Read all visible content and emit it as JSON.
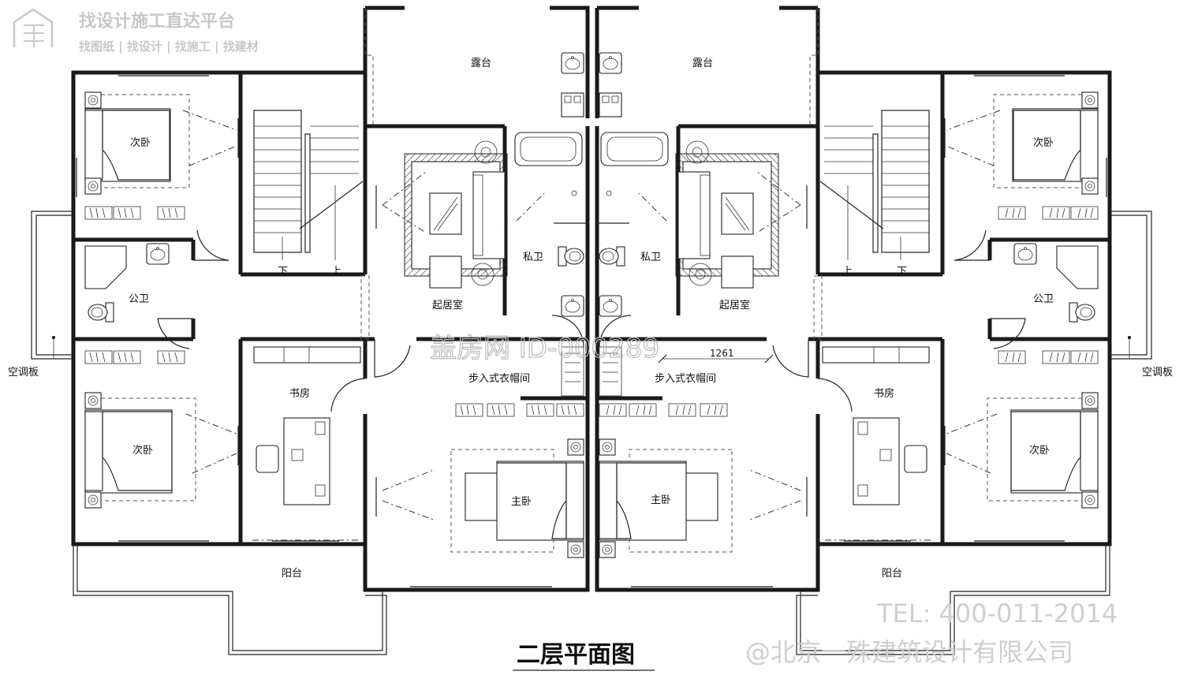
{
  "title": "二层平面图",
  "rooms": {
    "terrace": "露台",
    "living": "起居室",
    "private_bath": "私卫",
    "secondary_bedroom": "次卧",
    "public_bath": "公卫",
    "study": "书房",
    "walk_in_closet": "步入式衣帽间",
    "master_bedroom": "主卧",
    "balcony": "阳台",
    "ac_panel": "空调板",
    "stair_down": "下",
    "stair_up": "上"
  },
  "dimension": "1261",
  "watermarks": {
    "logo_title": "找设计施工直达平台",
    "logo_sub": "找图纸 | 找设计 | 找施工 | 找建材",
    "center": "盖房网 ID-000289",
    "tel": "TEL: 400-011-2014",
    "company": "@北京一殊建筑设计有限公司"
  }
}
